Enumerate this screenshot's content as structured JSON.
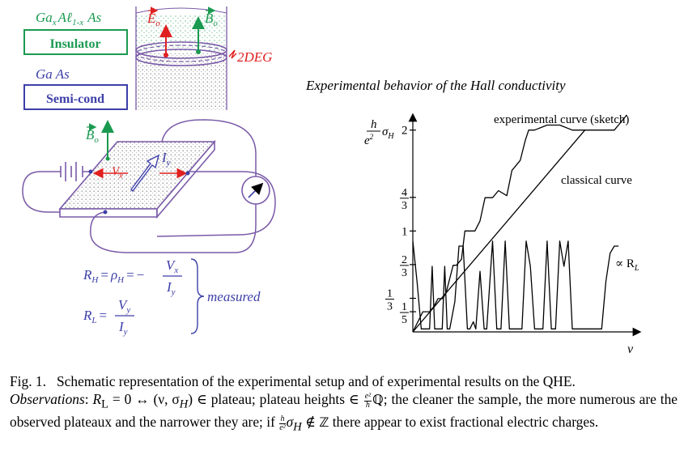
{
  "setup": {
    "ga_al_as": {
      "base": "Ga",
      "sub_x": "x",
      "mid": "Aℓ",
      "sub_1x": "1-x",
      "tail": "As"
    },
    "insulator_label": "Insulator",
    "gaas_label": "Ga As",
    "semicond_label": "Semi-cond",
    "e0_label": "E",
    "e0_sub": "o",
    "b0_label": "B",
    "b0_sub": "o",
    "twodeg_label": "2DEG",
    "vx_label": "V",
    "vx_sub": "x",
    "iy_label": "I",
    "iy_sub": "y"
  },
  "formulas": {
    "rh_lhs": "R",
    "rh_lhs_sub": "H",
    "rho": "ρ",
    "rho_sub": "H",
    "eq": "=",
    "minus": "−",
    "vx": "V",
    "vx_sub": "x",
    "iy": "I",
    "iy_sub": "y",
    "rl_lhs": "R",
    "rl_lhs_sub": "L",
    "vy": "V",
    "vy_sub": "y",
    "iy2": "I",
    "iy2_sub": "y",
    "measured": "measured"
  },
  "chart_data": {
    "type": "line",
    "title": "Experimental behavior of the Hall conductivity",
    "ylabel_h": "h",
    "ylabel_e": "e",
    "ylabel_exp": "2",
    "ylabel_sigma": "σ",
    "ylabel_sigma_sub": "H",
    "xlabel": "ν",
    "xlim": [
      0,
      2.7
    ],
    "ylim": [
      0,
      2.15
    ],
    "y_ticks": [
      {
        "value": 0.2,
        "num": "1",
        "den": "5"
      },
      {
        "value": 0.333,
        "num": "1",
        "den": "3"
      },
      {
        "value": 0.667,
        "num": "2",
        "den": "3"
      },
      {
        "value": 1,
        "label": "1"
      },
      {
        "value": 1.333,
        "num": "4",
        "den": "3"
      },
      {
        "value": 2,
        "label": "2"
      }
    ],
    "annotations": {
      "experimental": "experimental curve (sketch)",
      "classical": "classical curve",
      "rl_prop": "∝ R",
      "rl_prop_sub": "L"
    },
    "series": [
      {
        "name": "classical curve",
        "x": [
          0,
          2.05
        ],
        "y": [
          0,
          2.0
        ]
      },
      {
        "name": "experimental curve (sketch)",
        "x": [
          0,
          0.12,
          0.2,
          0.25,
          0.3,
          0.36,
          0.4,
          0.48,
          0.52,
          0.58,
          0.62,
          0.7,
          0.74,
          0.8,
          0.86,
          0.95,
          1.02,
          1.12,
          1.18,
          1.28,
          1.34,
          1.38,
          1.45,
          1.6,
          1.75,
          1.9,
          2.05,
          2.2,
          2.4,
          2.55
        ],
        "y": [
          0,
          0.2,
          0.2,
          0.25,
          0.33,
          0.33,
          0.4,
          0.66,
          0.66,
          0.72,
          1.0,
          1.0,
          1.0,
          1.1,
          1.33,
          1.33,
          1.4,
          1.35,
          1.6,
          1.7,
          1.9,
          2.0,
          2.0,
          2.05,
          2.05,
          2.0,
          2.0,
          2.0,
          2.0,
          2.15
        ]
      },
      {
        "name": "∝ R_L",
        "x": [
          0,
          0.05,
          0.1,
          0.15,
          0.2,
          0.23,
          0.26,
          0.3,
          0.35,
          0.38,
          0.41,
          0.44,
          0.5,
          0.55,
          0.6,
          0.65,
          0.68,
          0.72,
          0.75,
          0.8,
          0.85,
          0.88,
          0.95,
          1.0,
          1.05,
          1.1,
          1.15,
          1.3,
          1.35,
          1.4,
          1.45,
          1.55,
          1.6,
          1.65,
          1.7,
          1.75,
          1.8,
          1.85,
          1.9,
          2.25,
          2.3,
          2.35,
          2.4,
          2.45
        ],
        "y": [
          0.9,
          0.5,
          0.03,
          0.03,
          0.03,
          0.65,
          0.03,
          0.03,
          0.03,
          0.65,
          0.03,
          0.03,
          0.3,
          0.85,
          0.85,
          0.03,
          0.03,
          0.1,
          0.03,
          0.6,
          0.03,
          0.03,
          0.9,
          0.03,
          0.03,
          0.9,
          0.03,
          0.03,
          0.9,
          0.65,
          0.03,
          0.03,
          0.9,
          0.03,
          0.03,
          0.9,
          0.65,
          0.9,
          0.03,
          0.03,
          0.5,
          0.78,
          0.85,
          0.85
        ]
      }
    ]
  },
  "caption": {
    "fig_label": "Fig. 1.",
    "fig_text": "Schematic representation of the experimental setup and of experimental results on the QHE.",
    "obs_label": "Observations",
    "obs_colon": ":",
    "obs_part1_math": "R",
    "obs_part1_sub": "L",
    "obs_part1_rest": " = 0 ↔ (ν, σ",
    "obs_part1_sub2": "H",
    "obs_part1_end": ") ∈ plateau; plateau heights ∈ ",
    "frac1_num": "e²",
    "frac1_den": "h",
    "bb_q": "ℚ",
    "obs_part2": "; the cleaner the sample, the more numerous are the observed plateaux and the narrower they are; if ",
    "frac2_num": "h",
    "frac2_den": "e²",
    "obs_part3_math": "σ",
    "obs_part3_sub": "H",
    "obs_part3_rest": " ∉ ",
    "bb_z": "ℤ",
    "obs_part4": " there appear to exist fractional electric charges.",
    "colors": {
      "green": "#1a9a50",
      "blue": "#3d3fa8",
      "red": "#e02020",
      "purple": "#7a5aa8",
      "dotgray": "#888888"
    }
  }
}
